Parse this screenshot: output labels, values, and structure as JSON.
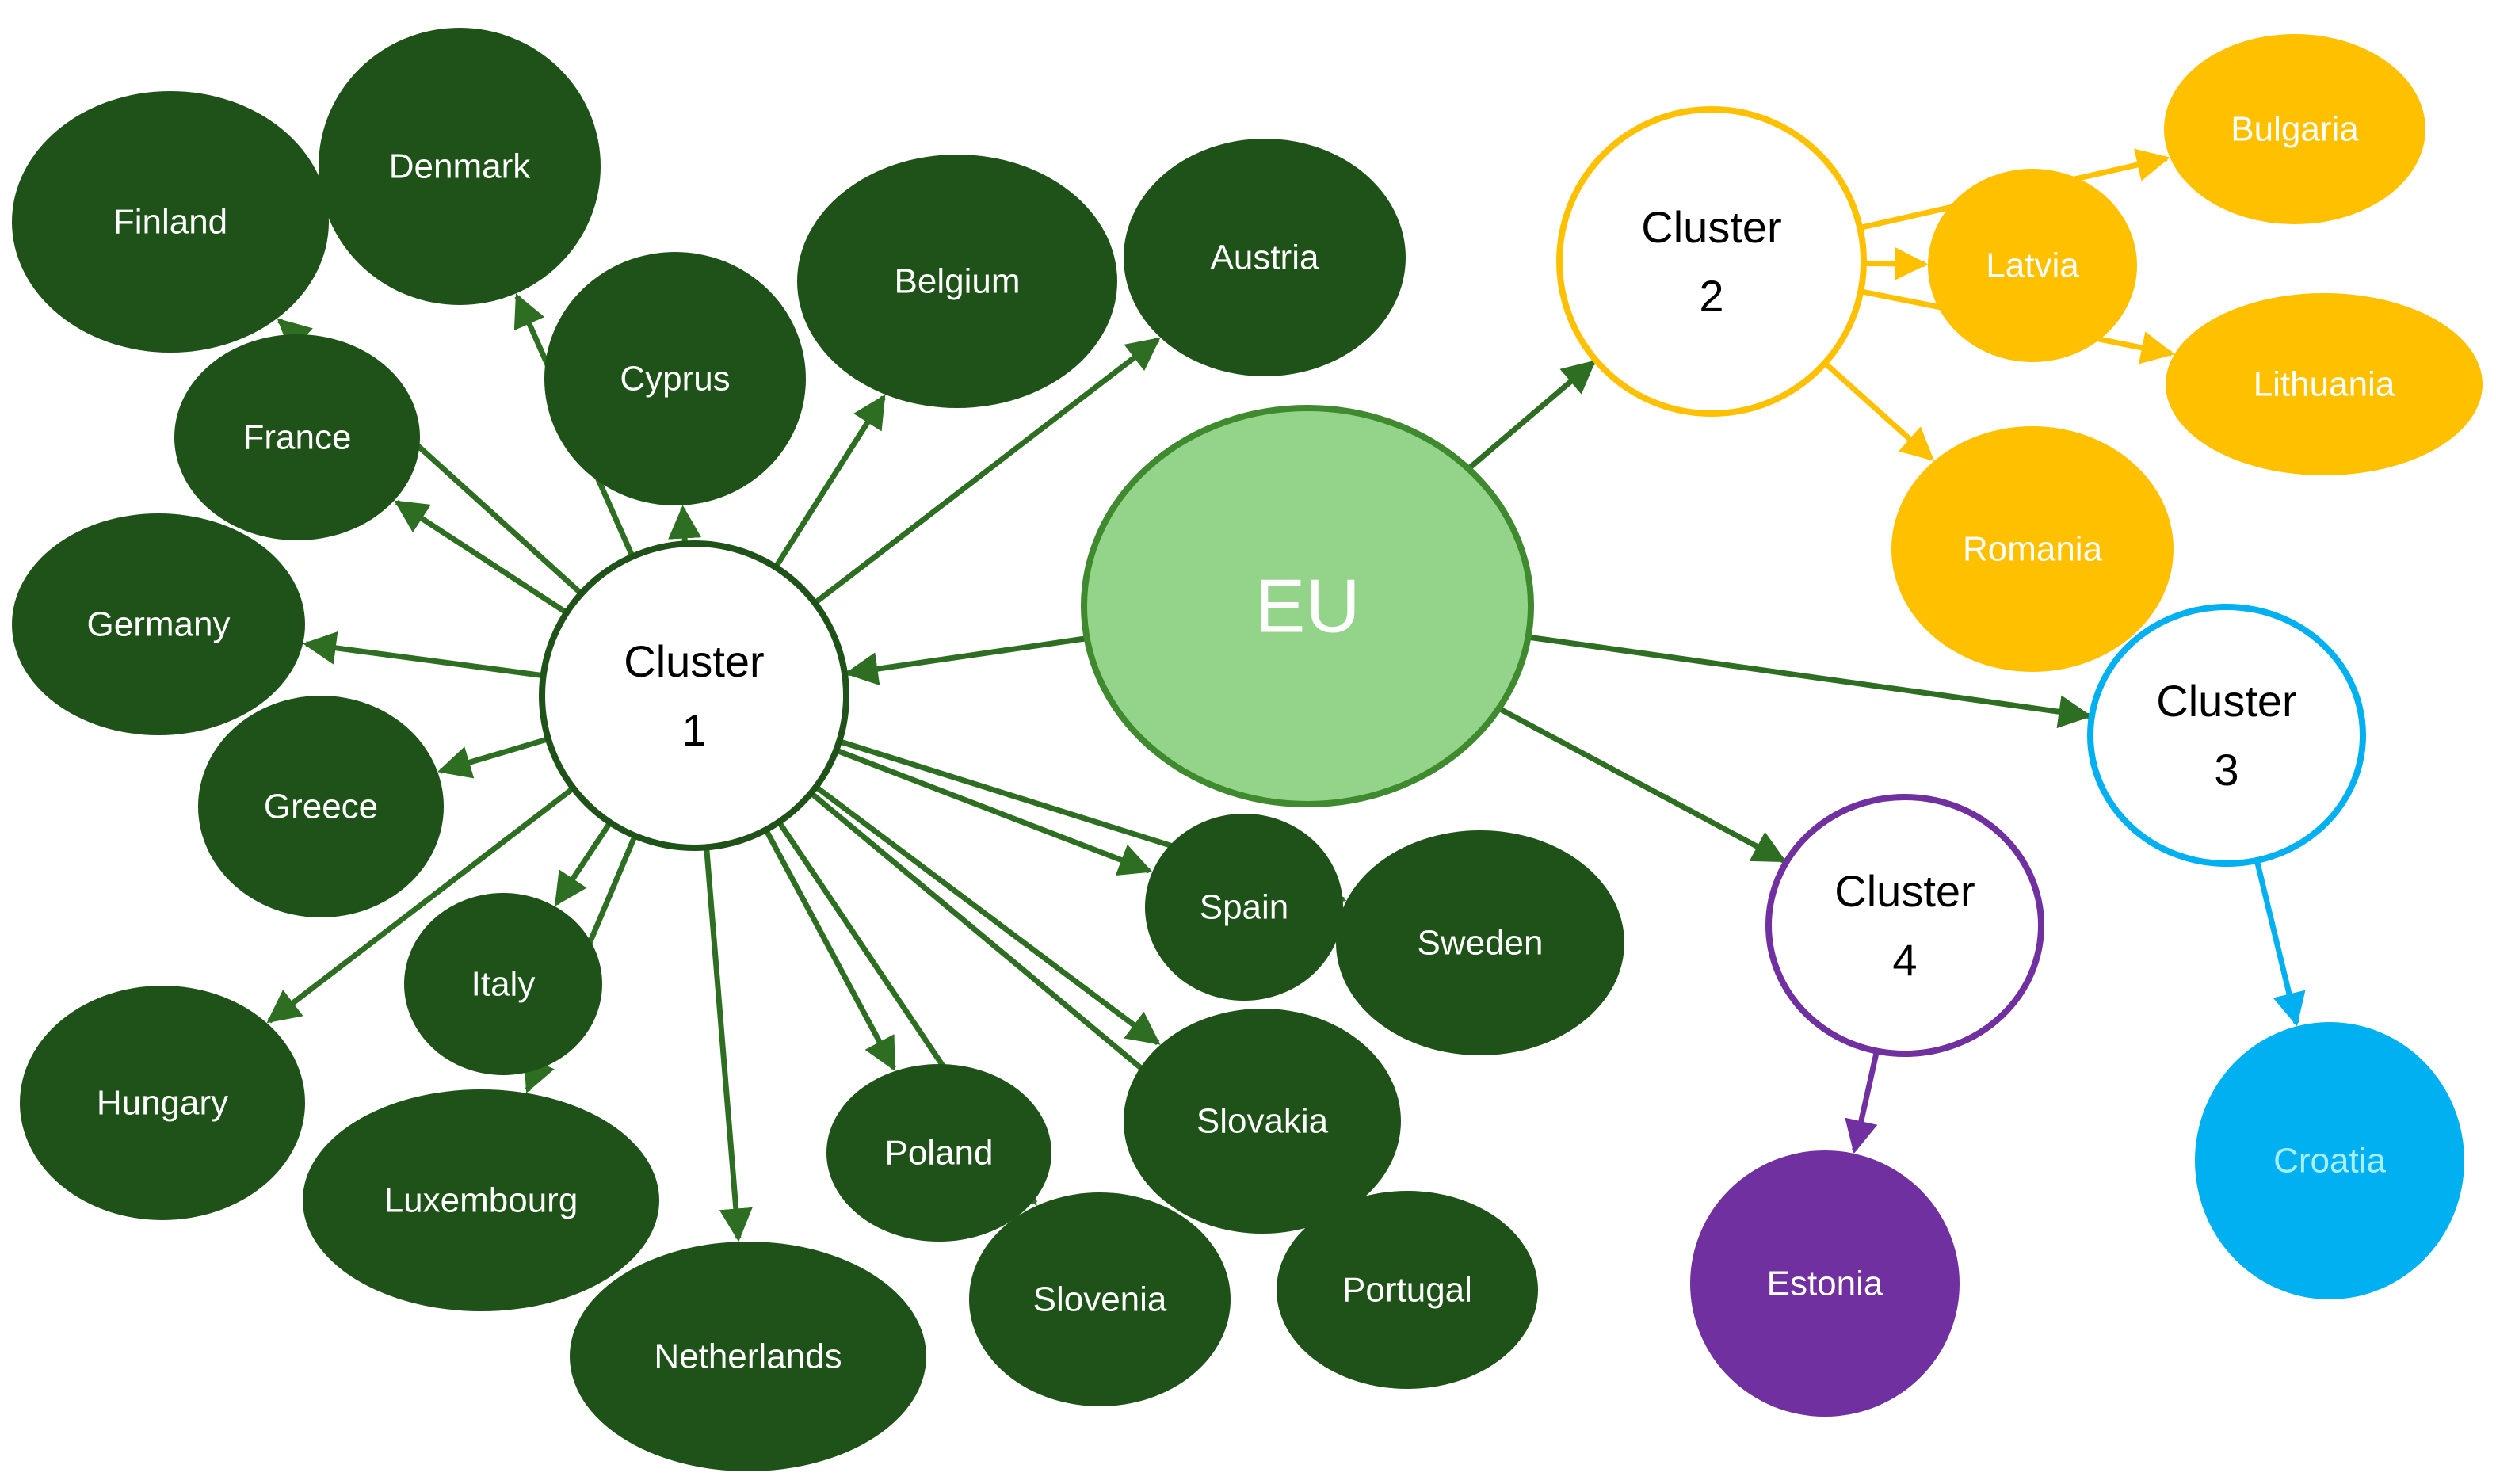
{
  "colors": {
    "dark_green": "#1e5218",
    "eu_fill": "#94d48a",
    "eu_stroke": "#3f8a2f",
    "arrow_green": "#2e6e22",
    "cluster1_stroke": "#1e5218",
    "gold": "#ffc000",
    "cyan": "#00b0f0",
    "purple": "#7030a0"
  },
  "hub": {
    "label": "EU"
  },
  "clusters": [
    {
      "id": "cluster-1",
      "line1": "Cluster",
      "line2": "1"
    },
    {
      "id": "cluster-2",
      "line1": "Cluster",
      "line2": "2"
    },
    {
      "id": "cluster-3",
      "line1": "Cluster",
      "line2": "3"
    },
    {
      "id": "cluster-4",
      "line1": "Cluster",
      "line2": "4"
    }
  ],
  "cluster_1_members": [
    "Finland",
    "Denmark",
    "Cyprus",
    "Belgium",
    "Austria",
    "France",
    "Germany",
    "Greece",
    "Italy",
    "Hungary",
    "Luxembourg",
    "Netherlands",
    "Poland",
    "Slovenia",
    "Spain",
    "Sweden",
    "Slovakia",
    "Portugal"
  ],
  "cluster_2_members": [
    "Bulgaria",
    "Latvia",
    "Lithuania",
    "Romania"
  ],
  "cluster_3_members": [
    "Croatia"
  ],
  "cluster_4_members": [
    "Estonia"
  ]
}
